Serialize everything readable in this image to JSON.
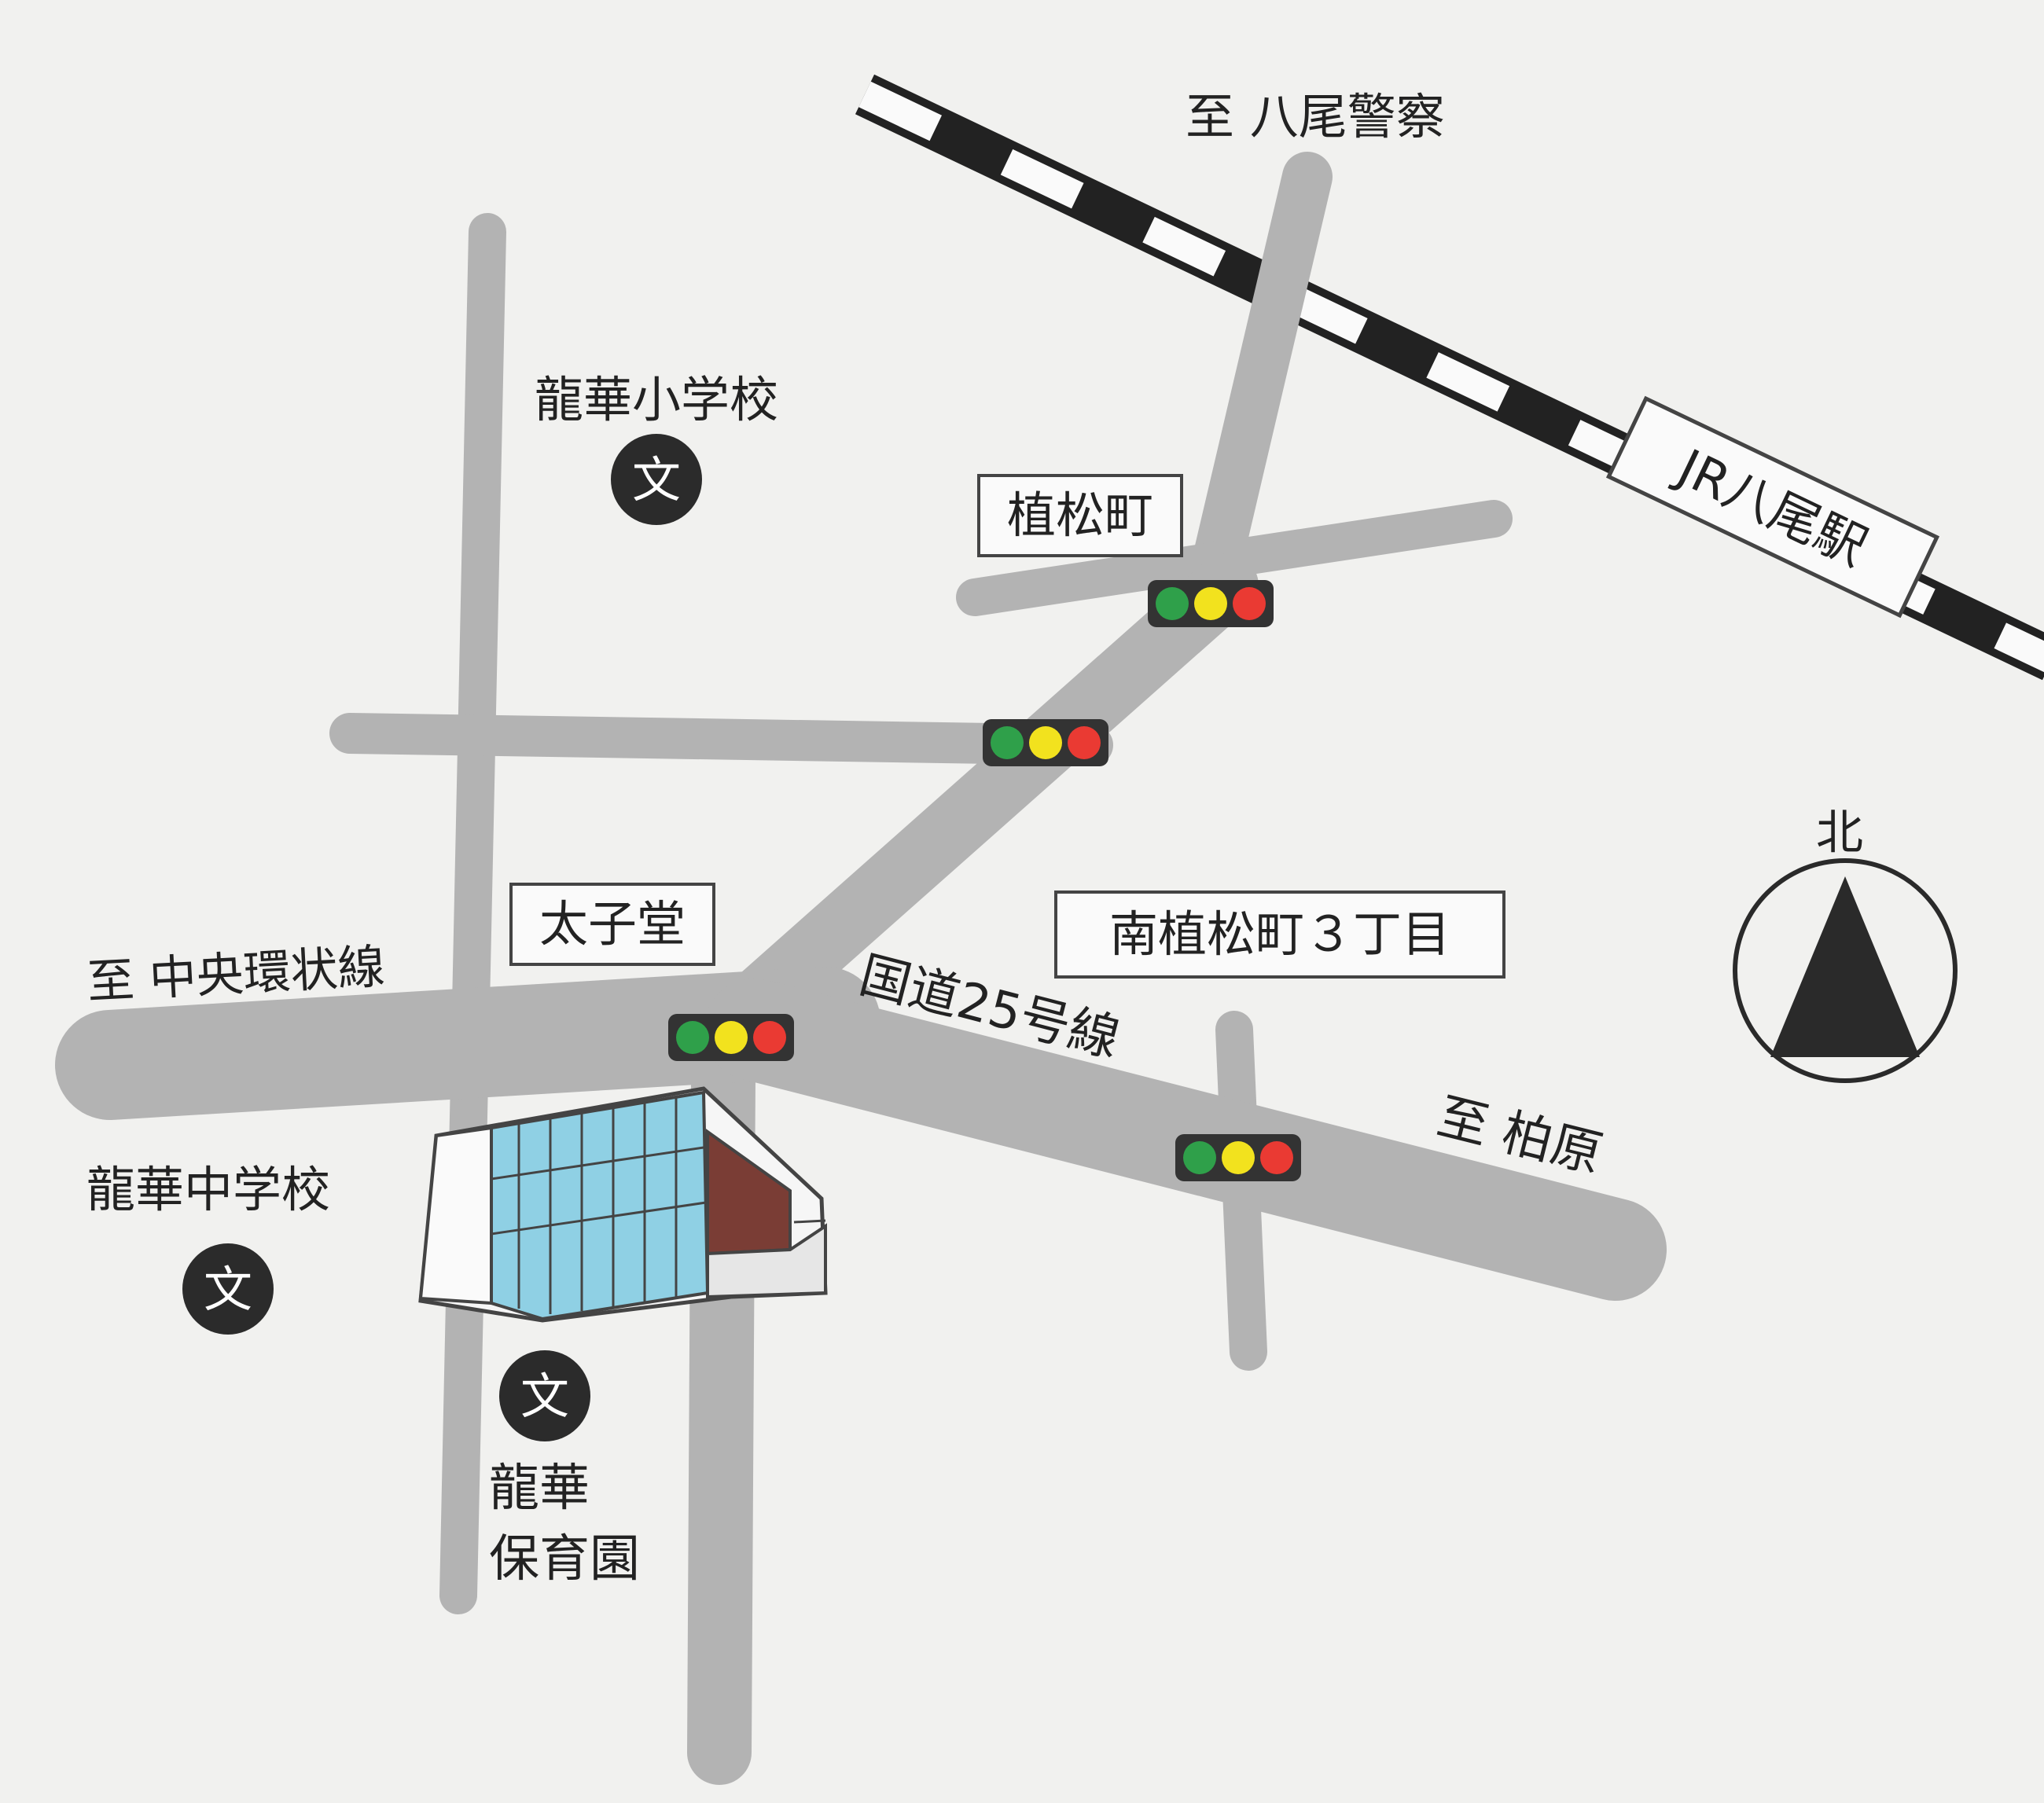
{
  "map": {
    "labels": {
      "to_yao_police": "至 八尾警察",
      "jr_yao_station": "JR八尾駅",
      "ryuge_elementary": "龍華小学校",
      "uematsu_cho": "植松町",
      "taishido": "太子堂",
      "minami_uematsu": "南植松町３丁目",
      "to_chuo_kanjo": "至 中央環状線",
      "route25": "国道25号線",
      "ryuge_junior_high": "龍華中学校",
      "to_kashiwara": "至 柏原",
      "nursery_line1": "龍華",
      "nursery_line2": "保育園",
      "north": "北"
    },
    "school_symbol": "文",
    "icons": {
      "school": "school-symbol-icon",
      "signal": "traffic-signal-icon",
      "compass": "north-arrow-icon",
      "building": "building-icon"
    },
    "colors": {
      "background": "#f1f1ef",
      "road": "#b3b3b3",
      "signal_green": "#2fa04a",
      "signal_yellow": "#f2e21e",
      "signal_red": "#ea3a33",
      "ink": "#222222"
    }
  }
}
